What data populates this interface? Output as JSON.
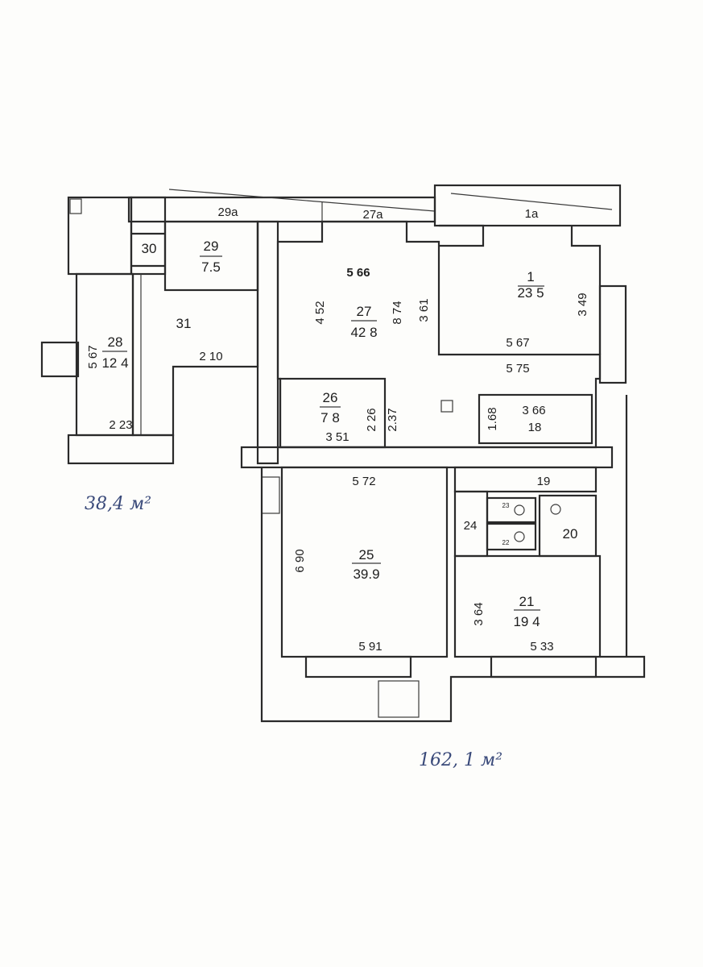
{
  "plan": {
    "rooms": {
      "r1": {
        "number": "1",
        "area": "23 5"
      },
      "r1a": {
        "number": "1a"
      },
      "r18": {
        "number": "18"
      },
      "r19": {
        "number": "19"
      },
      "r20": {
        "number": "20"
      },
      "r21": {
        "number": "21",
        "area": "19 4"
      },
      "r22": {
        "number": "22"
      },
      "r23": {
        "number": "23"
      },
      "r24": {
        "number": "24"
      },
      "r25": {
        "number": "25",
        "area": "39.9"
      },
      "r26": {
        "number": "26",
        "area": "7 8"
      },
      "r27": {
        "number": "27",
        "area": "42 8"
      },
      "r27a": {
        "number": "27a"
      },
      "r28": {
        "number": "28",
        "area": "12 4"
      },
      "r29": {
        "number": "29",
        "area": "7.5"
      },
      "r29a": {
        "number": "29a"
      },
      "r30": {
        "number": "30"
      },
      "r31": {
        "number": "31"
      }
    },
    "dimensions": {
      "d566": "5 66",
      "d452": "4 52",
      "d874": "8 74",
      "d361": "3 61",
      "d349": "3 49",
      "d567b": "5 67",
      "d575": "5 75",
      "d366": "3 66",
      "d168": "1.68",
      "d226": "2 26",
      "d237": "2.37",
      "d351": "3 51",
      "d567a": "5 67",
      "d223": "2 23",
      "d210": "2 10",
      "d572": "5 72",
      "d690": "6 90",
      "d591": "5 91",
      "d364": "3 64",
      "d533": "5 33"
    },
    "handwritten": {
      "left_total": "38,4 м²",
      "main_total": "162, 1 м²"
    }
  }
}
